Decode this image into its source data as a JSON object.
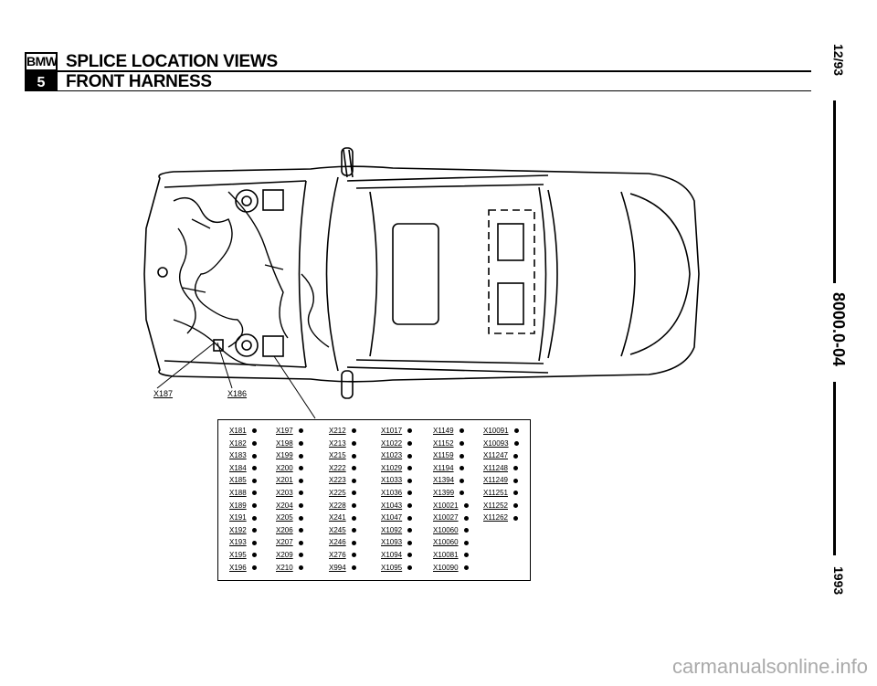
{
  "header": {
    "logo_top": "BMW",
    "logo_bottom": "5",
    "title": "SPLICE LOCATION VIEWS",
    "subtitle": "FRONT HARNESS"
  },
  "side": {
    "date": "12/93",
    "section": "8000.0-04",
    "year": "1993"
  },
  "diagram": {
    "callouts": [
      "X187",
      "X186"
    ]
  },
  "splice_table": {
    "columns": [
      [
        "X181",
        "X182",
        "X183",
        "X184",
        "X185",
        "X188",
        "X189",
        "X191",
        "X192",
        "X193",
        "X195",
        "X196"
      ],
      [
        "X197",
        "X198",
        "X199",
        "X200",
        "X201",
        "X203",
        "X204",
        "X205",
        "X206",
        "X207",
        "X209",
        "X210"
      ],
      [
        "X212",
        "X213",
        "X215",
        "X222",
        "X223",
        "X225",
        "X228",
        "X241",
        "X245",
        "X246",
        "X276",
        "X994"
      ],
      [
        "X1017",
        "X1022",
        "X1023",
        "X1029",
        "X1033",
        "X1036",
        "X1043",
        "X1047",
        "X1092",
        "X1093",
        "X1094",
        "X1095"
      ],
      [
        "X1149",
        "X1152",
        "X1159",
        "X1194",
        "X1394",
        "X1399",
        "X10021",
        "X10027",
        "X10060",
        "X10060",
        "X10081",
        "X10090"
      ],
      [
        "X10091",
        "X10093",
        "X11247",
        "X11248",
        "X11249",
        "X11251",
        "X11252",
        "X11262"
      ]
    ]
  },
  "watermark": "carmanualsonline.info"
}
